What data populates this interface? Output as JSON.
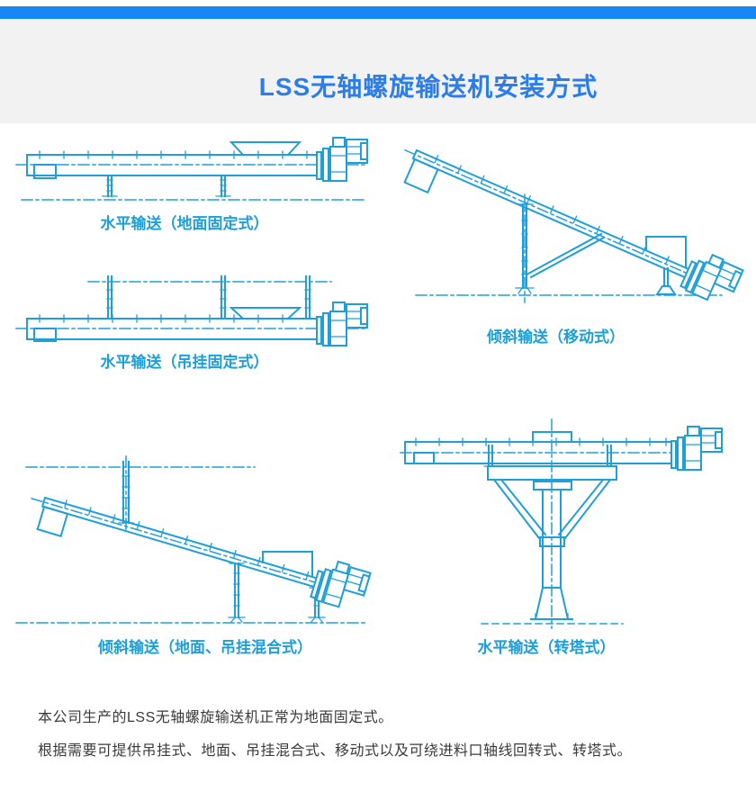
{
  "header": {
    "title": "LSS无轴螺旋输送机安装方式"
  },
  "figures": [
    {
      "label": "水平输送（地面固定式）"
    },
    {
      "label": "水平输送（吊挂固定式）"
    },
    {
      "label": "倾斜输送（移动式）"
    },
    {
      "label": "倾斜输送（地面、吊挂混合式）"
    },
    {
      "label": "水平输送（转塔式）"
    }
  ],
  "notes": [
    "本公司生产的LSS无轴螺旋输送机正常为地面固定式。",
    "根据需要可提供吊挂式、地面、吊挂混合式、移动式以及可绕进料口轴线回转式、转塔式。"
  ],
  "colors": {
    "band_blue": "#1787f5",
    "title_blue": "#2b7de9",
    "diagram_cyan": "#1e9fd8",
    "header_gray": "#f2f2f2",
    "body_text": "#3a3a3a"
  }
}
